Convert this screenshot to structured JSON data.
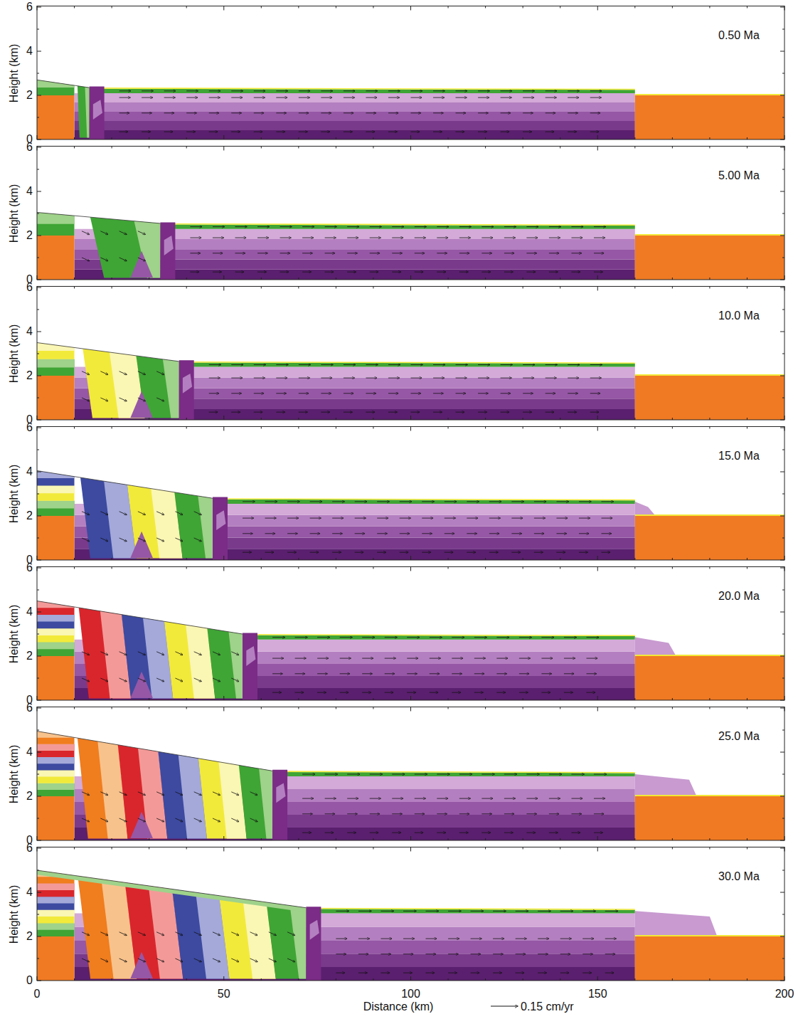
{
  "diagram": {
    "labels": [
      "6",
      "4",
      "2",
      "0",
      "Height (km)",
      "0.50 Ma",
      "6",
      "4",
      "2",
      "0",
      "Height (km)",
      "5.00 Ma",
      "6",
      "4",
      "2",
      "0",
      "Height (km)",
      "10.0 Ma",
      "6",
      "4",
      "2",
      "0",
      "Height (km)",
      "15.0 Ma",
      "6",
      "4",
      "2",
      "0",
      "Height (km)",
      "20.0 Ma",
      "6",
      "4",
      "2",
      "0",
      "Height (km)",
      "25.0 Ma",
      "6",
      "4",
      "2",
      "0",
      "Height (km)",
      "30.0 Ma",
      "0",
      "50",
      "100",
      "150",
      "200",
      "Distance (km)",
      "0.15 cm/yr"
    ]
  }
}
